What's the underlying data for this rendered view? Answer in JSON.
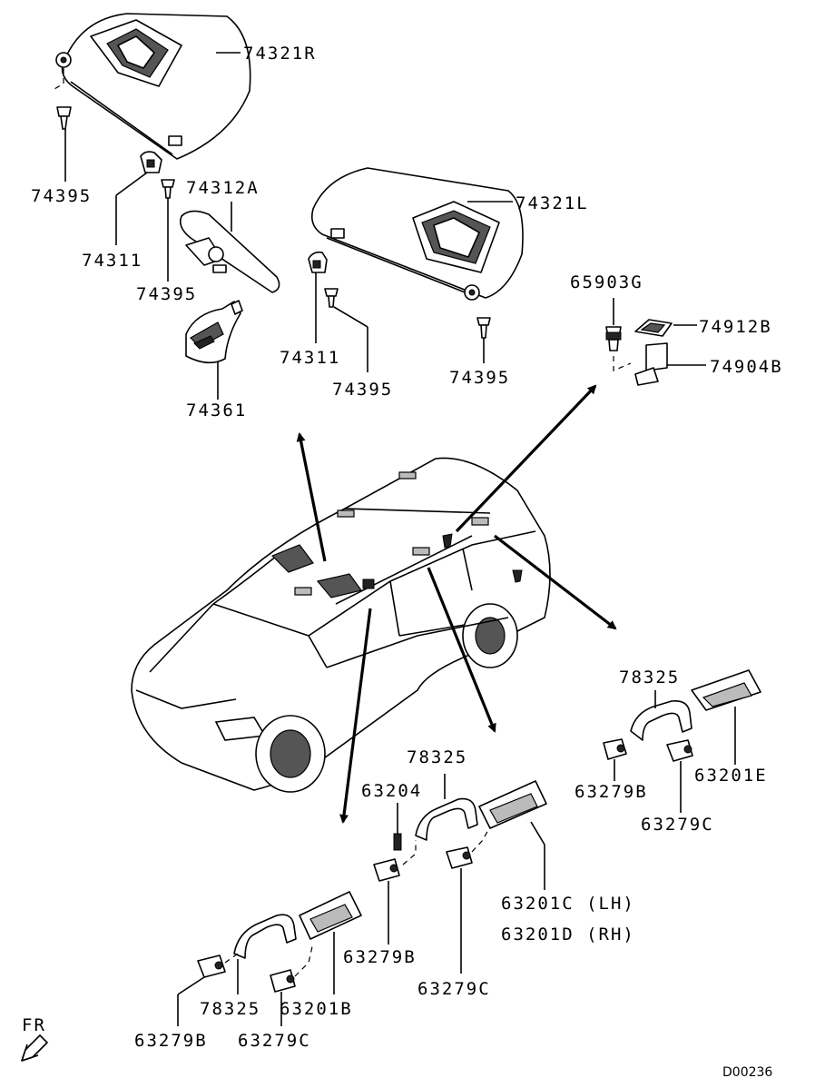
{
  "labels": {
    "p74321R": "74321R",
    "p74395_a": "74395",
    "p74312A": "74312A",
    "p74311_a": "74311",
    "p74395_b": "74395",
    "p74361": "74361",
    "p74321L": "74321L",
    "p74311_b": "74311",
    "p74395_c": "74395",
    "p74395_d": "74395",
    "p65903G": "65903G",
    "p74912B": "74912B",
    "p74904B": "74904B",
    "p78325_a": "78325",
    "p63201E": "63201E",
    "p63279B_a": "63279B",
    "p63279C_a": "63279C",
    "p78325_b": "78325",
    "p63204": "63204",
    "p63201C": "63201C (LH)",
    "p63201D": "63201D (RH)",
    "p63279B_b": "63279B",
    "p63279C_b": "63279C",
    "p78325_c": "78325",
    "p63201B": "63201B",
    "p63279B_c": "63279B",
    "p63279C_c": "63279C"
  },
  "direction_label": "FR",
  "diagram_code": "D00236"
}
